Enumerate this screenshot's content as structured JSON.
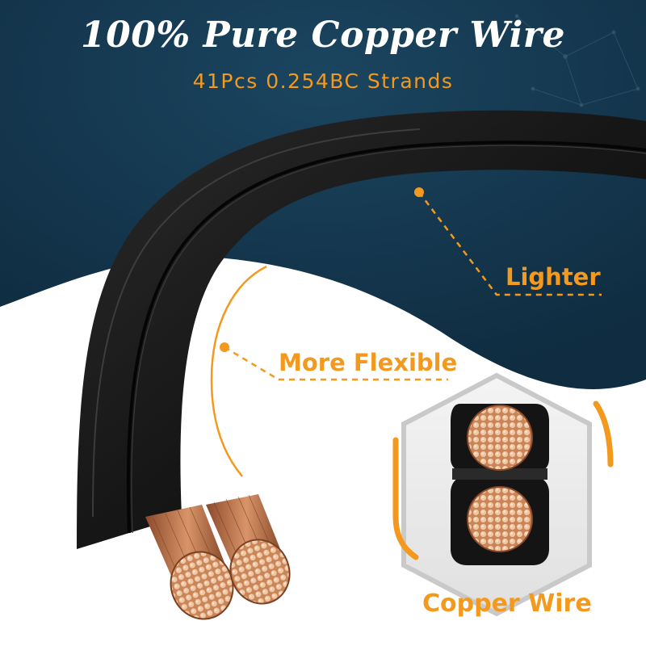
{
  "headline": {
    "title": "100% Pure Copper Wire",
    "subtitle": "41Pcs 0.254BC Strands"
  },
  "callouts": {
    "lighter": "Lighter",
    "flexible": "More Flexible",
    "copper_wire": "Copper Wire"
  },
  "colors": {
    "navy": "#123449",
    "accent": "#f39a1e",
    "cable": "#1c1c1c",
    "copper": "#c47a4e"
  }
}
